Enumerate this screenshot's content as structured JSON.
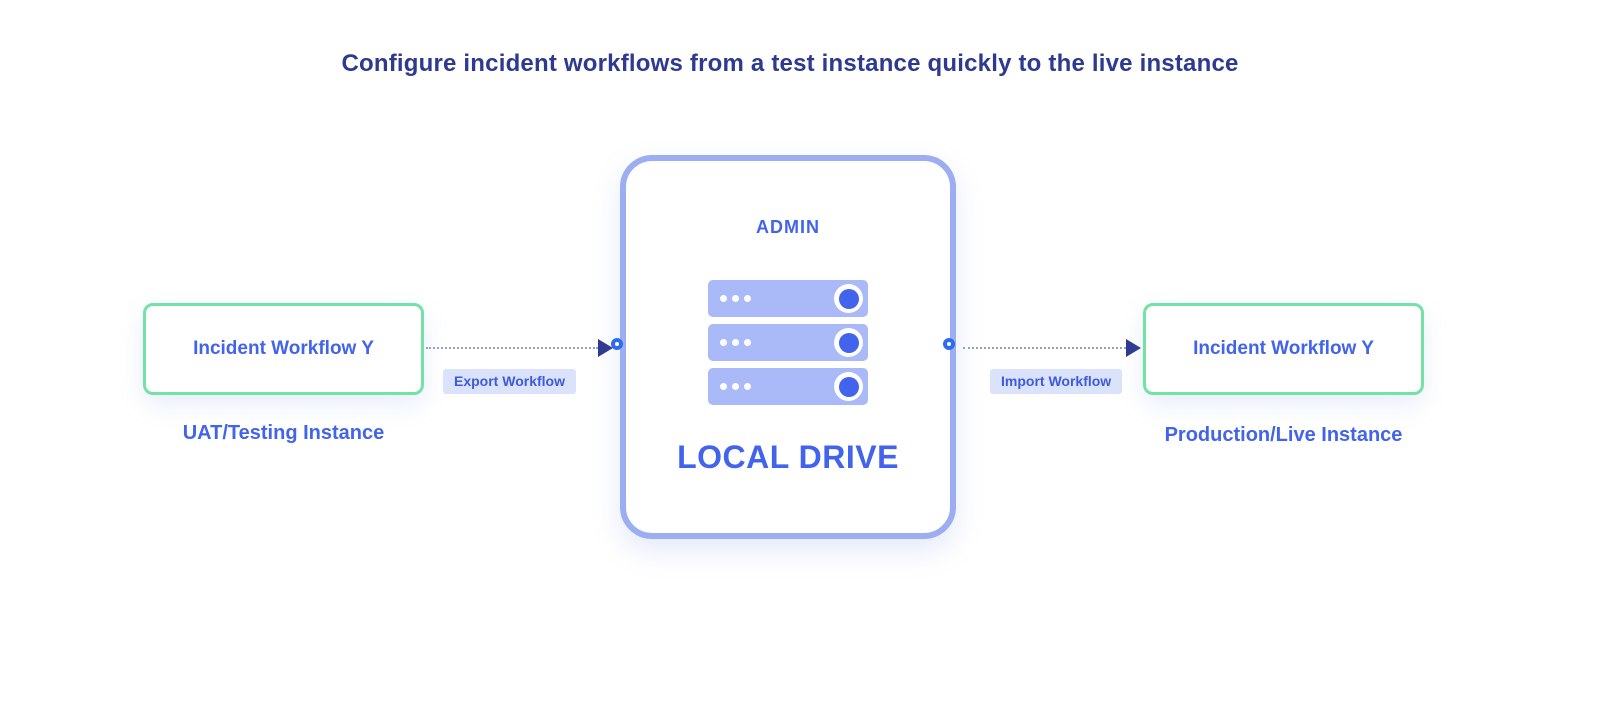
{
  "title": "Configure incident workflows from a test instance quickly to the live instance",
  "left_node": {
    "box_label": "Incident Workflow Y",
    "caption": "UAT/Testing Instance"
  },
  "center_node": {
    "header": "ADMIN",
    "title": "LOCAL DRIVE",
    "icon": "server-stack-icon"
  },
  "right_node": {
    "box_label": "Incident Workflow Y",
    "caption": "Production/Live Instance"
  },
  "flows": {
    "export_label": "Export Workflow",
    "import_label": "Import Workflow"
  },
  "colors": {
    "title_navy": "#2d3a8f",
    "primary_blue": "#4263eb",
    "node_border_green": "#72e2a6",
    "center_border_periwinkle": "#9dadf2",
    "server_fill": "#aab9f8",
    "badge_background": "#dbe2fb",
    "connector_dotted": "#97a0c4",
    "port_ring_blue": "#2f6bf0"
  }
}
